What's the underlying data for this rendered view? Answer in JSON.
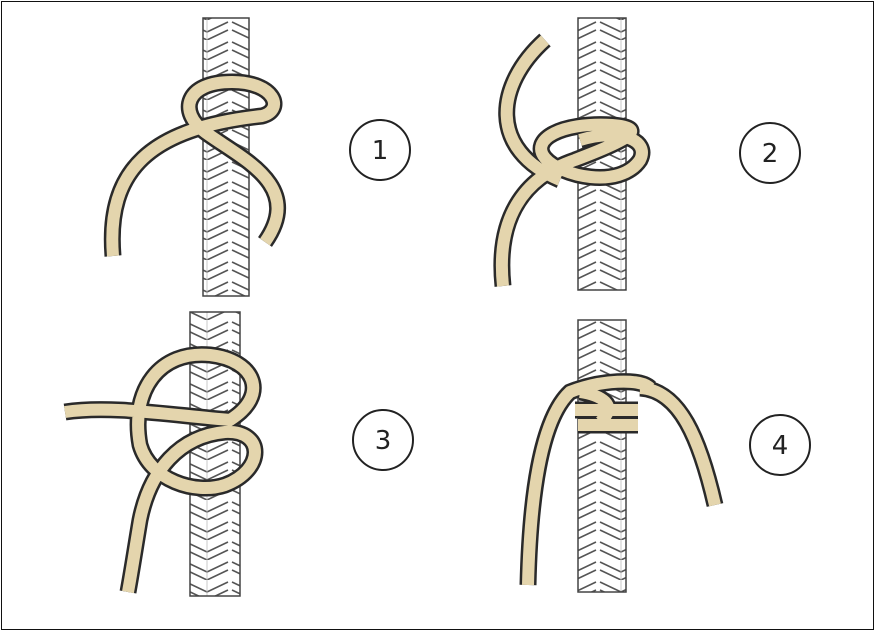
{
  "diagram": {
    "steps": [
      {
        "label": "1"
      },
      {
        "label": "2"
      },
      {
        "label": "3"
      },
      {
        "label": "4"
      }
    ],
    "colors": {
      "cord_fill": "#e4d5ad",
      "cord_outline": "#2a2a2a",
      "rope_fill": "#ffffff",
      "rope_outline": "#444444"
    }
  }
}
